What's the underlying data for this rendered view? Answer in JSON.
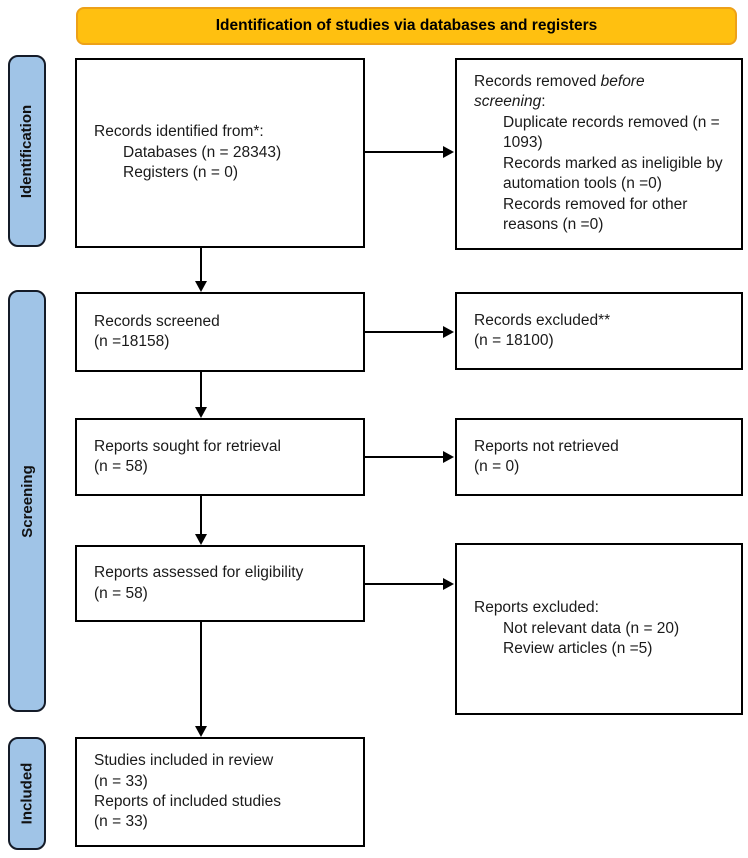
{
  "banner": {
    "label": "Identification of studies via databases and registers"
  },
  "stages": [
    {
      "label": "Identification"
    },
    {
      "label": "Screening"
    },
    {
      "label": "Included"
    }
  ],
  "boxes": {
    "identified": {
      "title": "Records identified from*:",
      "items": [
        "Databases (n = 28343)",
        "Registers (n = 0)"
      ]
    },
    "removed_before_screening": {
      "title_prefix": "Records removed ",
      "title_italic": "before screening",
      "title_suffix": ":",
      "items": [
        "Duplicate records removed (n = 1093)",
        "Records marked as ineligible by automation tools (n =0)",
        "Records removed for other reasons (n =0)"
      ]
    },
    "screened": {
      "lines": [
        "Records screened",
        "(n =18158)"
      ]
    },
    "records_excluded": {
      "lines": [
        "Records excluded**",
        "(n = 18100)"
      ]
    },
    "sought": {
      "lines": [
        "Reports sought for retrieval",
        "(n = 58)"
      ]
    },
    "not_retrieved": {
      "lines": [
        "Reports not retrieved",
        "(n = 0)"
      ]
    },
    "assessed": {
      "lines": [
        "Reports assessed for eligibility",
        "(n = 58)"
      ]
    },
    "reports_excluded": {
      "title": "Reports excluded:",
      "items": [
        "Not relevant data (n = 20)",
        "Review articles (n =5)"
      ]
    },
    "included": {
      "lines": [
        "Studies included in review",
        "(n = 33)",
        "Reports of included studies",
        "(n = 33)"
      ]
    }
  },
  "colors": {
    "banner_fill": "#FFC010",
    "banner_border": "#EDA118",
    "stage_fill": "#A0C4E7",
    "stage_border": "#141B28",
    "box_border": "#000000",
    "arrow": "#000000",
    "text": "#1A1A1A",
    "background": "#FFFFFF"
  }
}
